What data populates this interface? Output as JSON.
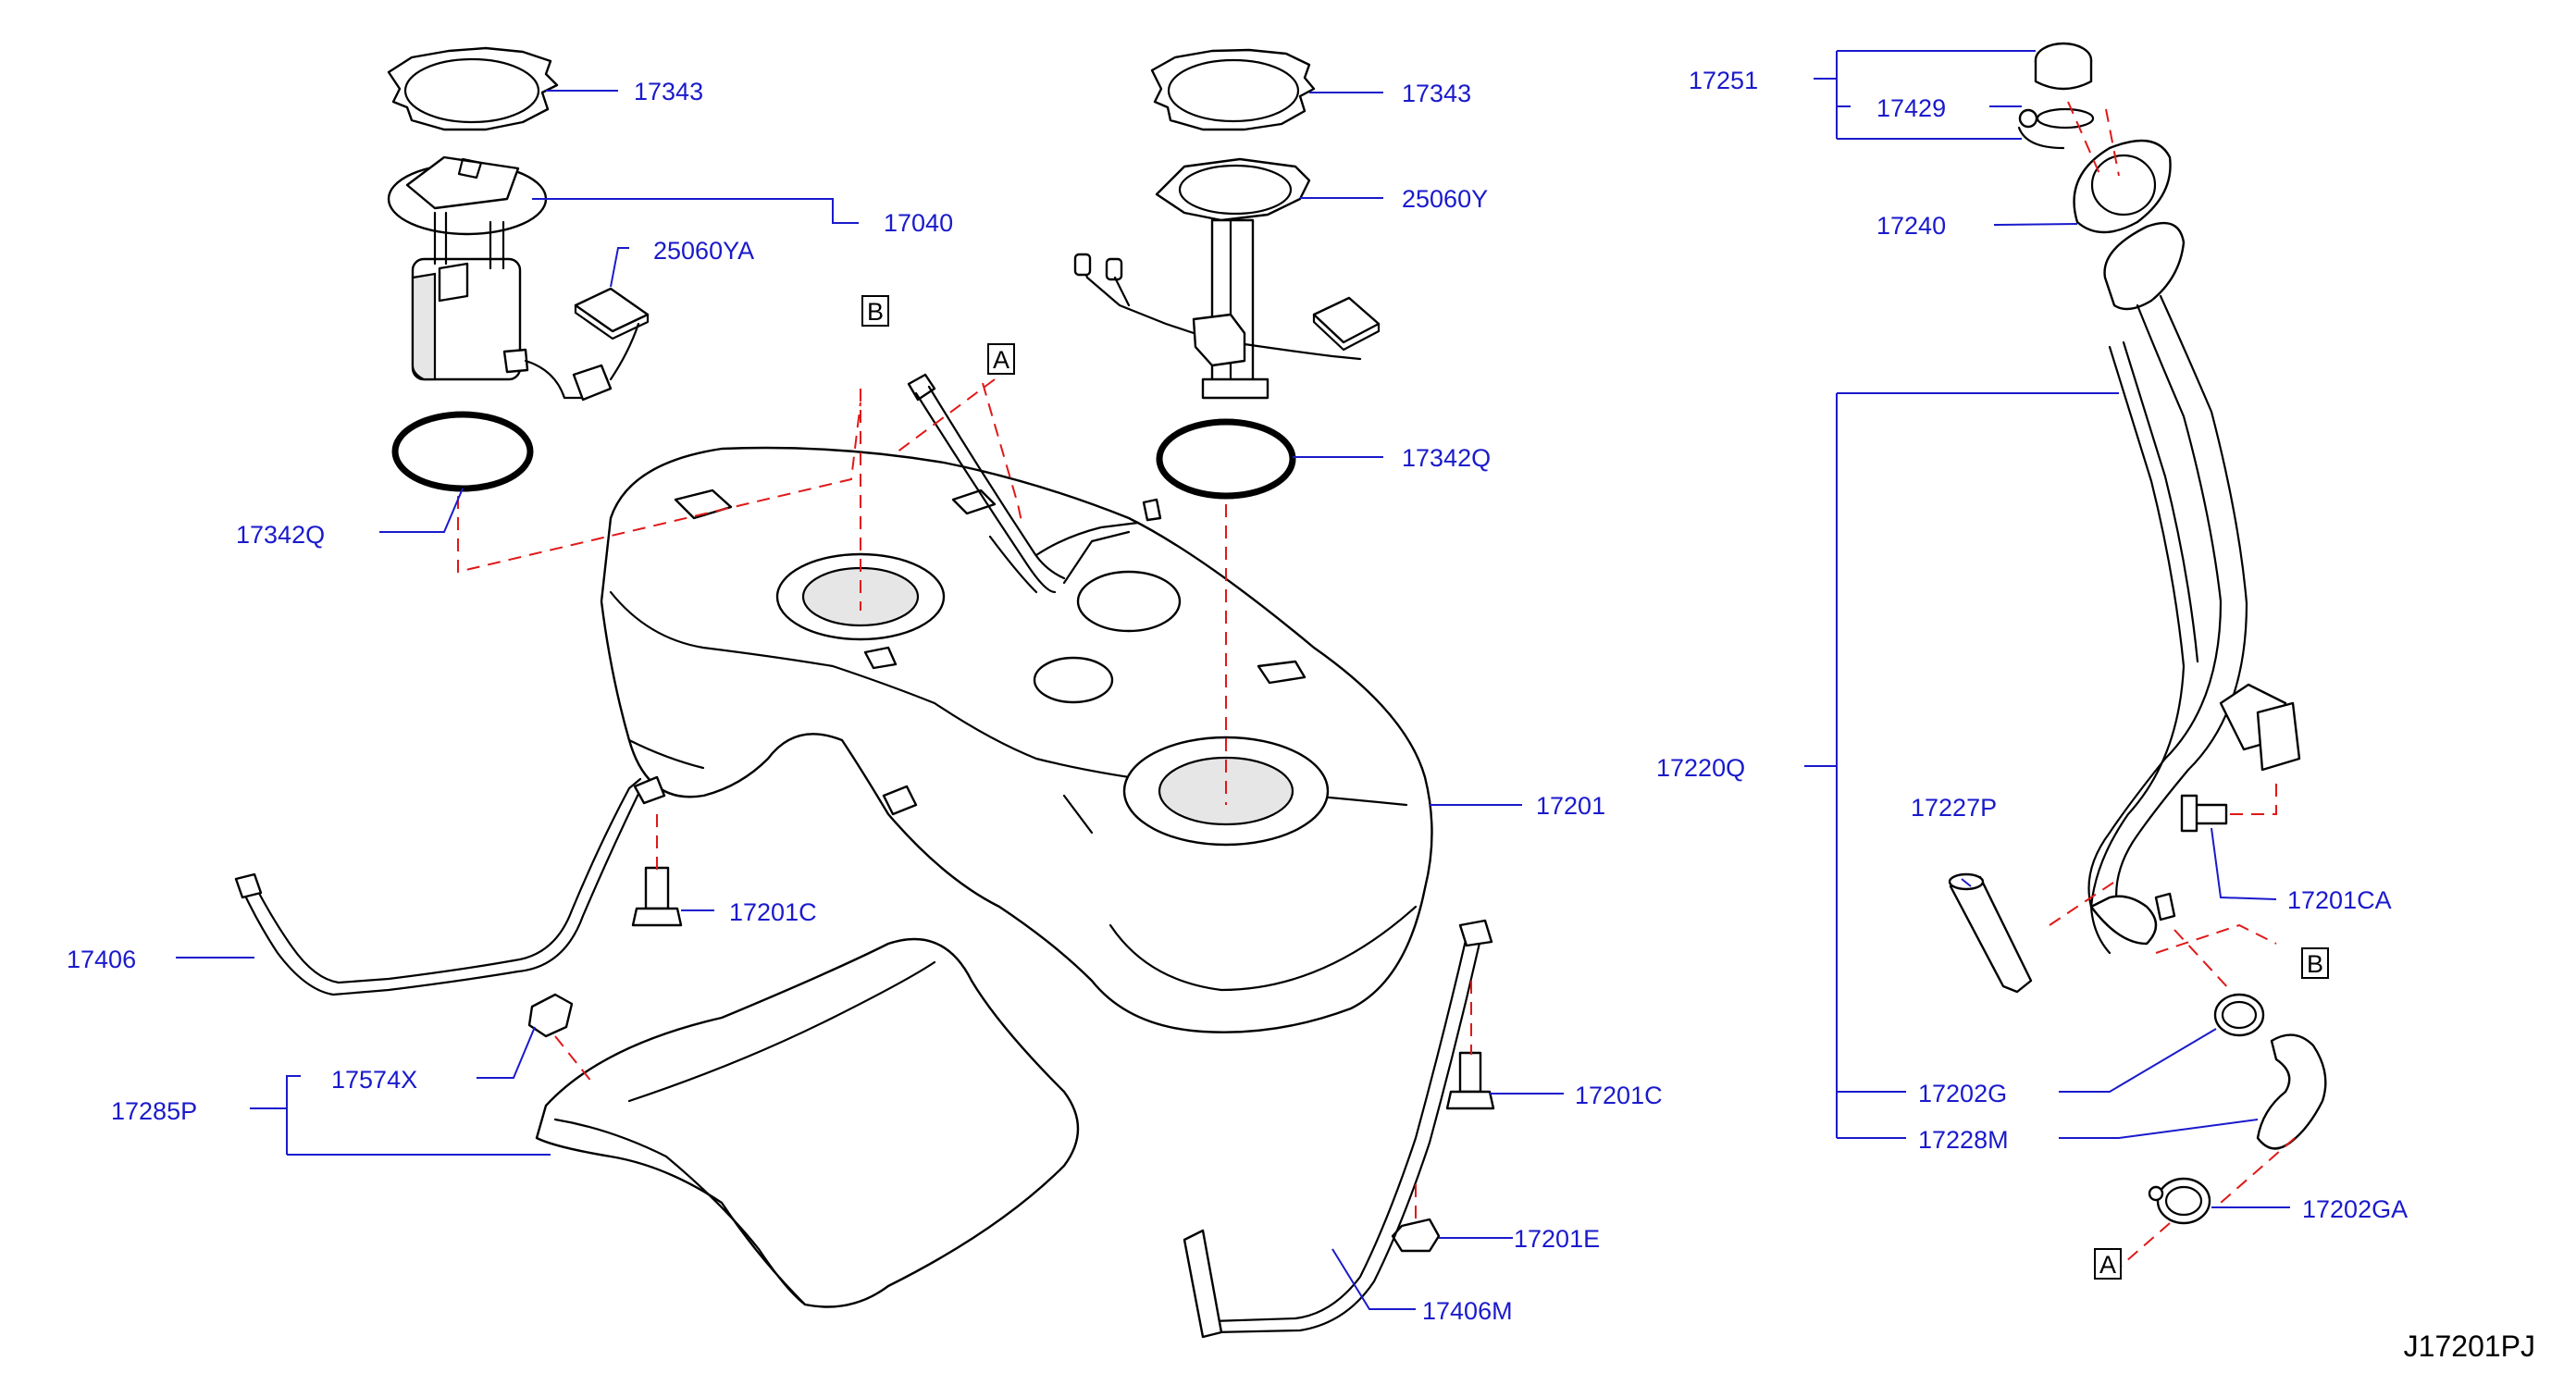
{
  "diagram_code": "J17201PJ",
  "callouts": [
    {
      "id": "c1",
      "text": "17343"
    },
    {
      "id": "c2",
      "text": "17040"
    },
    {
      "id": "c3",
      "text": "25060YA"
    },
    {
      "id": "c4",
      "text": "17342Q"
    },
    {
      "id": "c5",
      "text": "17343"
    },
    {
      "id": "c6",
      "text": "25060Y"
    },
    {
      "id": "c7",
      "text": "17342Q"
    },
    {
      "id": "c8",
      "text": "17201"
    },
    {
      "id": "c9",
      "text": "17201C"
    },
    {
      "id": "c10",
      "text": "17406"
    },
    {
      "id": "c11",
      "text": "17574X"
    },
    {
      "id": "c12",
      "text": "17285P"
    },
    {
      "id": "c13",
      "text": "17201C"
    },
    {
      "id": "c14",
      "text": "17201E"
    },
    {
      "id": "c15",
      "text": "17406M"
    },
    {
      "id": "c16",
      "text": "17251"
    },
    {
      "id": "c17",
      "text": "17429"
    },
    {
      "id": "c18",
      "text": "17240"
    },
    {
      "id": "c19",
      "text": "17220Q"
    },
    {
      "id": "c20",
      "text": "17227P"
    },
    {
      "id": "c21",
      "text": "17201CA"
    },
    {
      "id": "c22",
      "text": "17202G"
    },
    {
      "id": "c23",
      "text": "17228M"
    },
    {
      "id": "c24",
      "text": "17202GA"
    }
  ],
  "reference_tags": [
    {
      "id": "rB1",
      "text": "B"
    },
    {
      "id": "rA1",
      "text": "A"
    },
    {
      "id": "rB2",
      "text": "B"
    },
    {
      "id": "rA2",
      "text": "A"
    }
  ],
  "colors": {
    "callout_text": "#1a1acc",
    "leader_line": "#1a1acc",
    "connection_dash": "#e01818",
    "part_outline": "#000000"
  }
}
